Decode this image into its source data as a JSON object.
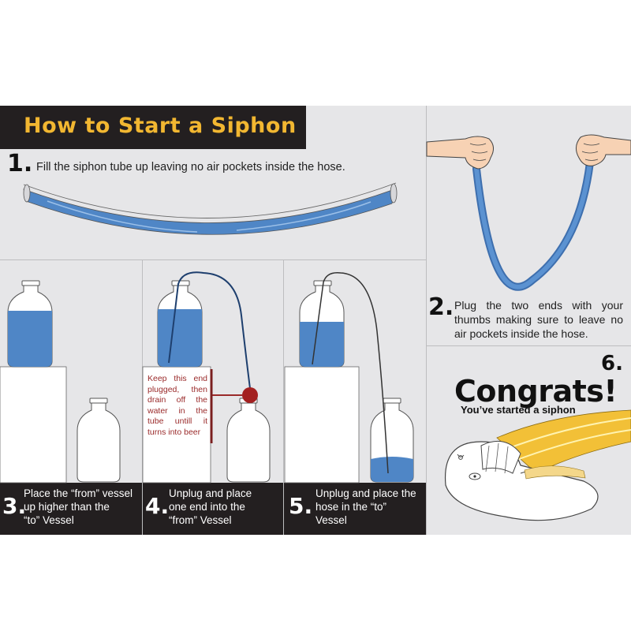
{
  "title": "How to Start a Siphon",
  "steps": [
    {
      "number": "1.",
      "text": "Fill the siphon tube up leaving no air pockets inside the hose."
    },
    {
      "number": "2.",
      "lines": [
        "Plug the two ends with your",
        "thumbs making sure to leave no",
        "air pockets inside the hose."
      ]
    },
    {
      "number": "3.",
      "lines": [
        "Place the “from” vessel",
        "up higher than the",
        "“to” Vessel"
      ]
    },
    {
      "number": "4.",
      "lines": [
        "Unplug and place",
        "one end into the",
        "“from” Vessel"
      ]
    },
    {
      "number": "5.",
      "lines": [
        "Unplug and place the",
        "hose in  the “to”",
        "Vessel"
      ]
    },
    {
      "number": "6."
    }
  ],
  "callout": {
    "lines": [
      "Keep this end",
      "plugged, then",
      "drain off the",
      "water in the",
      "tube untill it",
      "turns into beer"
    ]
  },
  "congrats": {
    "headline": "Congrats!",
    "subline": "You’ve started a siphon"
  },
  "colors": {
    "panel_bg": "#e6e6e8",
    "title_bar": "#231f20",
    "title_text": "#f2b731",
    "water": "#4f86c6",
    "beer": "#f2c037",
    "callout": "#9a2a2a",
    "callout_dot": "#a32020"
  }
}
